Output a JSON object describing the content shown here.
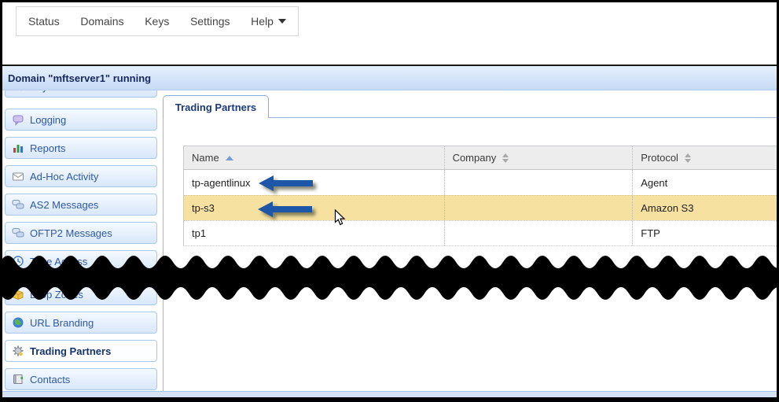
{
  "menu": {
    "items": [
      "Status",
      "Domains",
      "Keys",
      "Settings",
      "Help"
    ]
  },
  "domain_bar": {
    "text": "Domain \"mftserver1\" running"
  },
  "sidebar": {
    "items": [
      {
        "label": "Keys",
        "icon": "key-icon"
      },
      {
        "label": "Logging",
        "icon": "speech-bubble-icon"
      },
      {
        "label": "Reports",
        "icon": "bar-chart-icon"
      },
      {
        "label": "Ad-Hoc Activity",
        "icon": "envelope-icon"
      },
      {
        "label": "AS2 Messages",
        "icon": "messages-icon"
      },
      {
        "label": "OFTP2 Messages",
        "icon": "messages-icon"
      },
      {
        "label": "Time Access",
        "icon": "clock-icon"
      },
      {
        "label": "Drop Zones",
        "icon": "box-icon"
      },
      {
        "label": "URL Branding",
        "icon": "globe-icon"
      },
      {
        "label": "Trading Partners",
        "icon": "gear-icon"
      },
      {
        "label": "Contacts",
        "icon": "address-book-icon"
      }
    ],
    "selected": "Trading Partners"
  },
  "tab": {
    "label": "Trading Partners"
  },
  "table": {
    "columns": [
      {
        "label": "Name",
        "sort": "ascending"
      },
      {
        "label": "Company",
        "sort": "unsorted"
      },
      {
        "label": "Protocol",
        "sort": "unsorted"
      }
    ],
    "rows": [
      {
        "name": "tp-agentlinux",
        "company": "",
        "protocol": "Agent",
        "highlighted": false,
        "arrow_annotation": true
      },
      {
        "name": "tp-s3",
        "company": "",
        "protocol": "Amazon S3",
        "highlighted": true,
        "arrow_annotation": true
      },
      {
        "name": "tp1",
        "company": "",
        "protocol": "FTP",
        "highlighted": false,
        "arrow_annotation": false
      }
    ],
    "highlight_color": "#F7E1A0"
  },
  "annotations": {
    "arrow_color": "#1E57A8",
    "torn_strip_color": "#000000"
  },
  "colors": {
    "domain_bar_bg": "#C5DAF5",
    "sidebar_item_bg": "#D8E7FA",
    "sidebar_text": "#2F59A7",
    "selected_text": "#15336E",
    "table_header_bg": "#EDEDEE"
  }
}
